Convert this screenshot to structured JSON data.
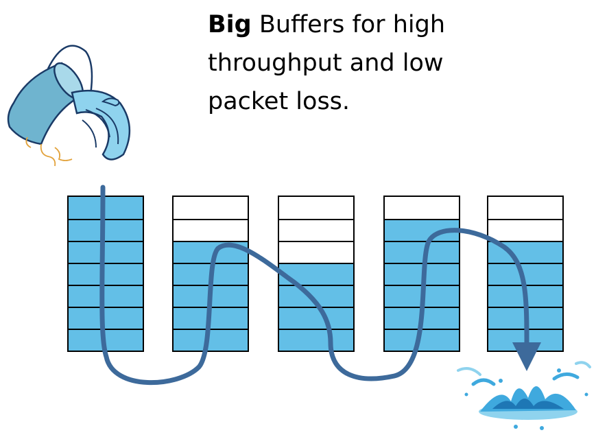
{
  "caption": {
    "bold_word": "Big",
    "rest_line1": " Buffers for high",
    "line2": "throughput and low",
    "line3": "packet loss."
  },
  "colors": {
    "buffer_fill": "#63bfe7",
    "flow_path": "#3d6a9b",
    "outline": "#000000",
    "water_dark": "#1e77b5",
    "water_light": "#8fd3ee"
  },
  "buffers": [
    {
      "slots": 7,
      "filled": 7
    },
    {
      "slots": 7,
      "filled": 5
    },
    {
      "slots": 7,
      "filled": 4
    },
    {
      "slots": 7,
      "filled": 6
    },
    {
      "slots": 7,
      "filled": 5
    }
  ],
  "icons": {
    "source": "water-bucket-icon",
    "sink": "water-splash-icon"
  }
}
